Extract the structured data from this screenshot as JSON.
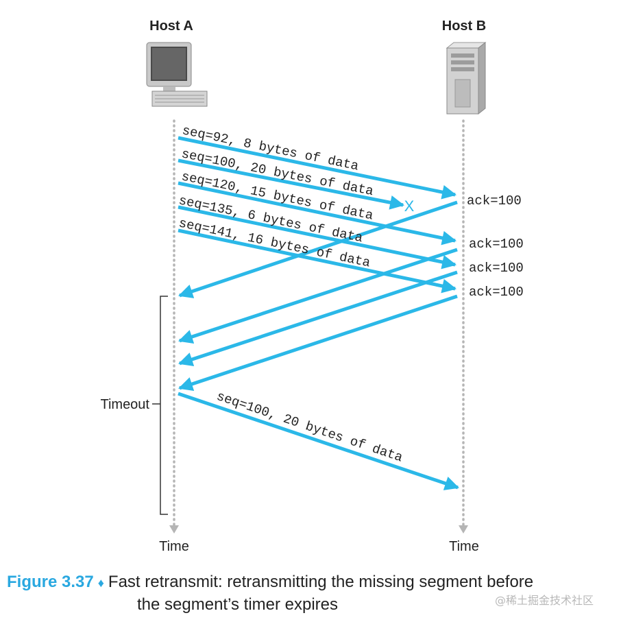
{
  "hosts": {
    "a_label": "Host A",
    "b_label": "Host B"
  },
  "time_labels": {
    "a": "Time",
    "b": "Time"
  },
  "colors": {
    "arrow": "#2bb8e8",
    "timeline": "#b5b5b5",
    "text": "#222222"
  },
  "icons": {
    "host_a": "desktop-computer-icon",
    "host_b": "server-tower-icon"
  },
  "segments": [
    {
      "label": "seq=92, 8 bytes of data",
      "lost": false
    },
    {
      "label": "seq=100, 20 bytes of data",
      "lost": true
    },
    {
      "label": "seq=120, 15 bytes of data",
      "lost": false
    },
    {
      "label": "seq=135, 6 bytes of data",
      "lost": false
    },
    {
      "label": "seq=141, 16 bytes of data",
      "lost": false
    }
  ],
  "lost_marker": "X",
  "acks": [
    "ack=100",
    "ack=100",
    "ack=100",
    "ack=100"
  ],
  "timeout_label": "Timeout",
  "retransmission": {
    "label": "seq=100, 20 bytes of data"
  },
  "caption": {
    "figure_number": "Figure 3.37",
    "text_line1": "Fast retransmit: retransmitting the missing segment before",
    "text_line2": "the segment’s timer expires"
  },
  "watermark": "@稀土掘金技术社区"
}
